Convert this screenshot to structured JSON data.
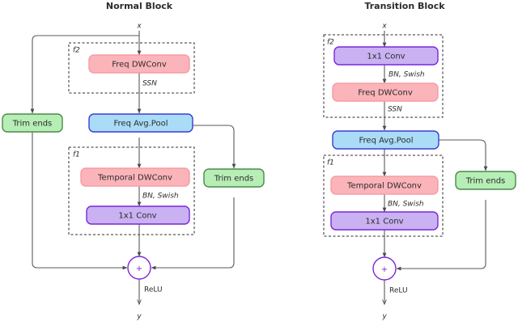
{
  "figure": {
    "caption_left": "Normal Block",
    "caption_right": "Transition Block"
  },
  "colors": {
    "pink_fill": "#fbb4b9",
    "pink_stroke": "#f79ba2",
    "blue_fill": "#aadcf7",
    "blue_stroke": "#3b3bd6",
    "green_fill": "#b6eeb6",
    "green_stroke": "#4a8a4a",
    "purple_fill": "#c9b1f2",
    "purple_stroke": "#7b27d8",
    "edge_stroke": "#5a5a5a",
    "group_stroke": "#2b2b2b",
    "text": "#2b2b2b"
  },
  "normal_block": {
    "title": "Normal Block",
    "input_label": "x",
    "output_label": "y",
    "group_f2_label": "f2",
    "group_f1_label": "f1",
    "nodes": {
      "freq_dwconv": "Freq DWConv",
      "freq_avg_pool": "Freq Avg.Pool",
      "temporal_dwconv": "Temporal  DWConv",
      "conv_1x1": "1x1 Conv",
      "trim_ends_left": "Trim ends",
      "trim_ends_right": "Trim ends",
      "sum": "+"
    },
    "edge_labels": {
      "after_freq_dwconv": "SSN",
      "after_temporal_dwconv": "BN, Swish",
      "after_sum": "ReLU"
    }
  },
  "transition_block": {
    "title": "Transition Block",
    "input_label": "x",
    "output_label": "y",
    "group_f2_label": "f2",
    "group_f1_label": "f1",
    "nodes": {
      "conv_1x1_top": "1x1 Conv",
      "freq_dwconv": "Freq DWConv",
      "freq_avg_pool": "Freq Avg.Pool",
      "temporal_dwconv": "Temporal  DWConv",
      "conv_1x1_bottom": "1x1 Conv",
      "trim_ends": "Trim ends",
      "sum": "+"
    },
    "edge_labels": {
      "after_conv_1x1_top": "BN, Swish",
      "after_freq_dwconv": "SSN",
      "after_temporal_dwconv": "BN, Swish",
      "after_sum": "ReLU"
    }
  }
}
